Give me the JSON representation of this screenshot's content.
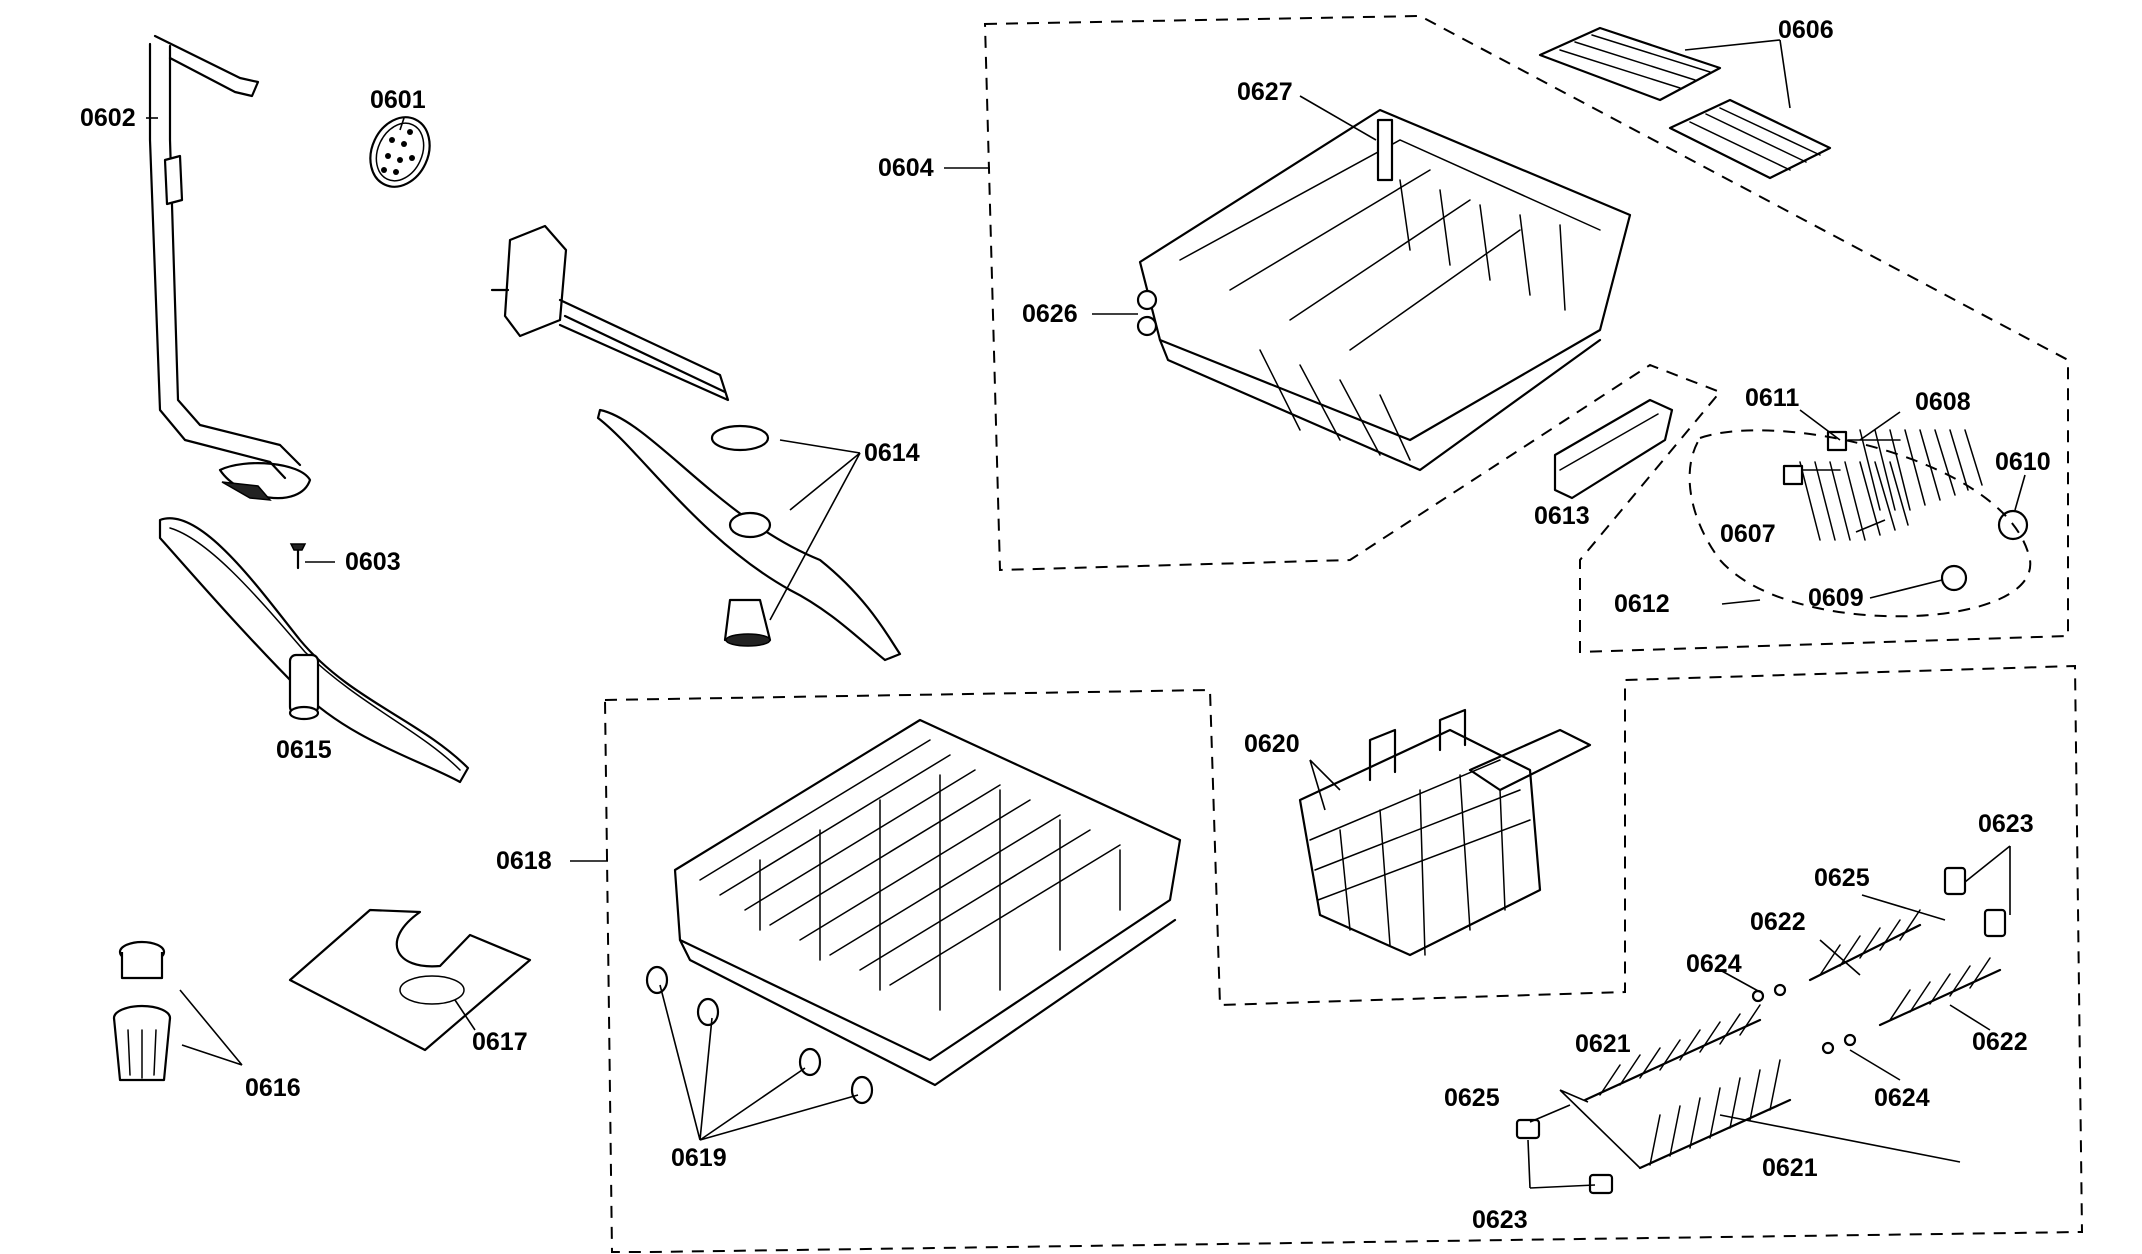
{
  "part_labels": {
    "p0601": "0601",
    "p0602": "0602",
    "p0603": "0603",
    "p0604": "0604",
    "p0606": "0606",
    "p0607": "0607",
    "p0608": "0608",
    "p0609": "0609",
    "p0610": "0610",
    "p0611": "0611",
    "p0612": "0612",
    "p0613": "0613",
    "p0614": "0614",
    "p0615": "0615",
    "p0616": "0616",
    "p0617": "0617",
    "p0618": "0618",
    "p0619": "0619",
    "p0620": "0620",
    "p0621a": "0621",
    "p0621b": "0621",
    "p0622a": "0622",
    "p0622b": "0622",
    "p0623a": "0623",
    "p0623b": "0623",
    "p0624a": "0624",
    "p0624b": "0624",
    "p0625a": "0625",
    "p0625b": "0625",
    "p0626": "0626",
    "p0627": "0627"
  }
}
